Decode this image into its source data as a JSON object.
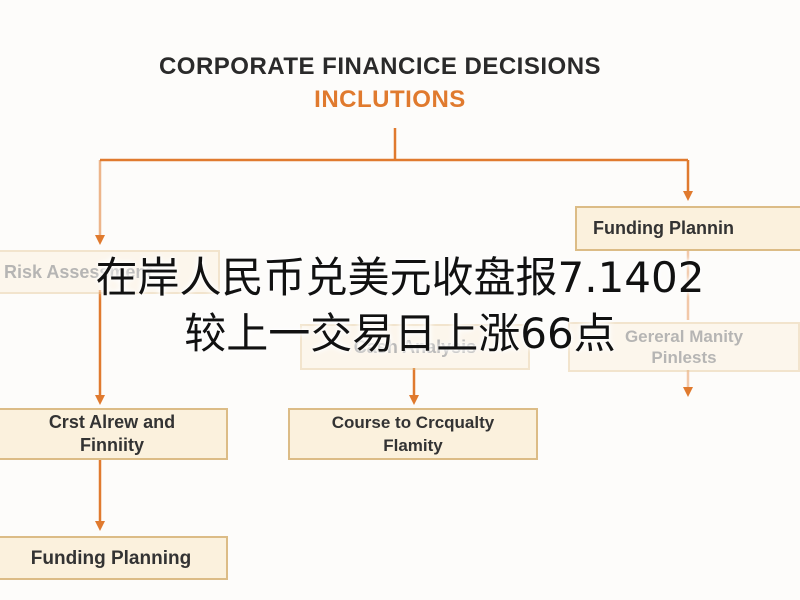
{
  "header": {
    "title": "CORPORATE FINANCICE DECISIONS",
    "subtitle": "INCLUTIONS"
  },
  "nodes": {
    "funding_top": "Funding Plannin",
    "risk": "Risk Assessment",
    "cash": "Cash Analysis",
    "general": [
      "Gereral Manity",
      "Pinlests"
    ],
    "crst": [
      "Crst Alrew and",
      "Finniity"
    ],
    "course": [
      "Course to Crcqualty",
      "Flamity"
    ],
    "funding_bottom": "Funding Planning"
  },
  "overlay": {
    "line1": "在岸人民币兑美元收盘报7.1402",
    "line2": "较上一交易日上涨66点"
  },
  "colors": {
    "accent": "#e07a2e",
    "box_fill": "#fbf0da",
    "box_border": "#e3c491"
  }
}
